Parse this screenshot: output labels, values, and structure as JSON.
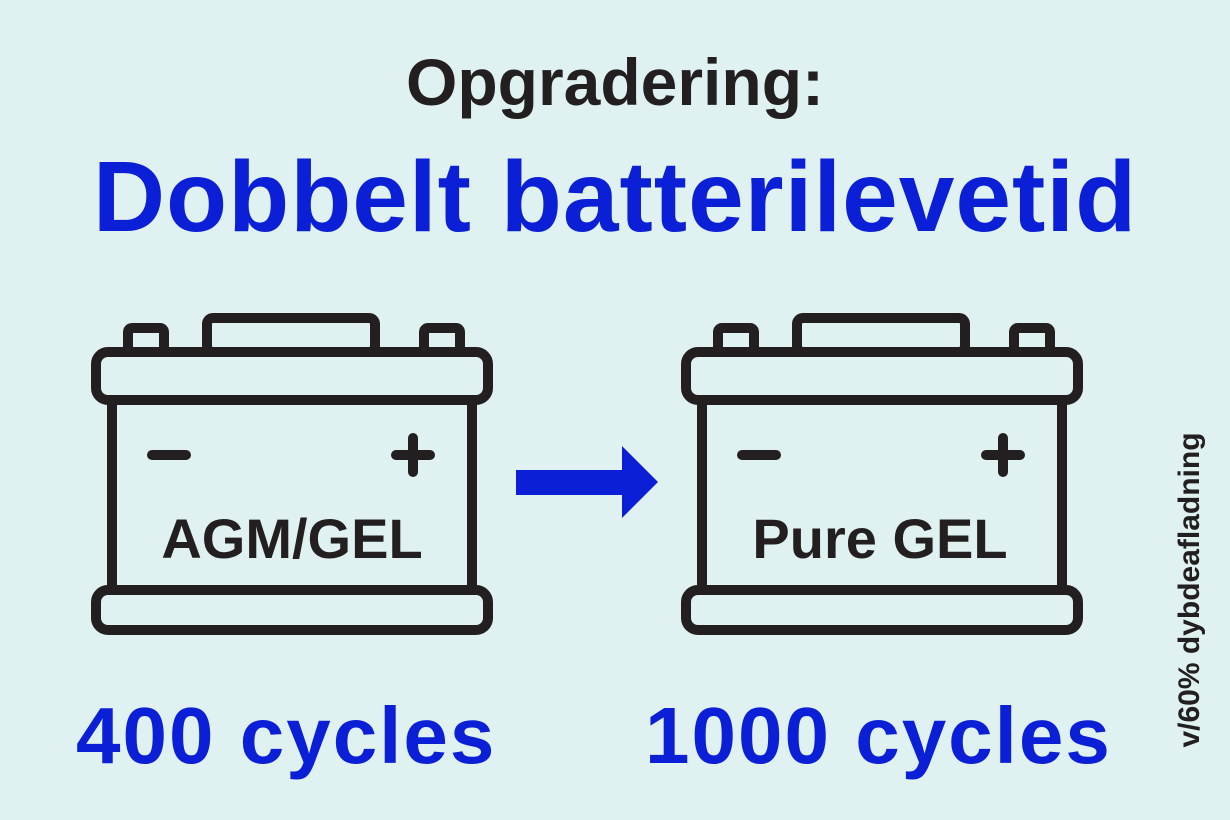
{
  "header": {
    "subtitle": "Opgradering:",
    "title": "Dobbelt batterilevetid"
  },
  "batteries": [
    {
      "label": "AGM/GEL",
      "cycles": "400 cycles"
    },
    {
      "label": "Pure GEL",
      "cycles": "1000 cycles"
    }
  ],
  "footnote": "v/60% dybdeafladning",
  "colors": {
    "background": "#dff1f0",
    "accent": "#0a1fd6",
    "ink": "#231f20"
  }
}
